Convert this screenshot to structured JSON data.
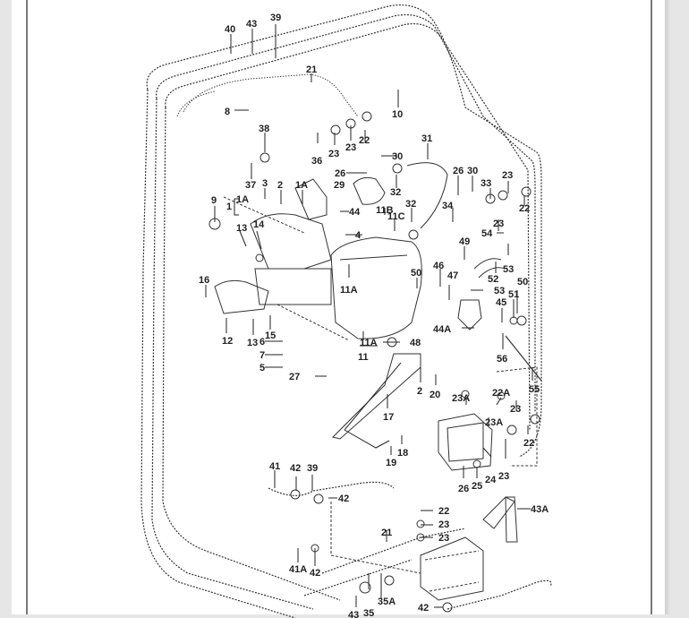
{
  "viewer": {
    "background_color": "#e6e6e6",
    "page_color": "#ffffff",
    "rule_color": "#7a7a7a"
  },
  "diagram": {
    "title": "",
    "labels": [
      {
        "id": "l40",
        "text": "40"
      },
      {
        "id": "l43",
        "text": "43"
      },
      {
        "id": "l39",
        "text": "39"
      },
      {
        "id": "l21a",
        "text": "21"
      },
      {
        "id": "l8",
        "text": "8"
      },
      {
        "id": "l10",
        "text": "10"
      },
      {
        "id": "l38",
        "text": "38"
      },
      {
        "id": "l36",
        "text": "36"
      },
      {
        "id": "l23a",
        "text": "23"
      },
      {
        "id": "l23b",
        "text": "23"
      },
      {
        "id": "l22a",
        "text": "22"
      },
      {
        "id": "l30a",
        "text": "30"
      },
      {
        "id": "l31",
        "text": "31"
      },
      {
        "id": "l26a",
        "text": "26"
      },
      {
        "id": "l29",
        "text": "29"
      },
      {
        "id": "l32a",
        "text": "32"
      },
      {
        "id": "l37",
        "text": "37"
      },
      {
        "id": "l3",
        "text": "3"
      },
      {
        "id": "l2a",
        "text": "2"
      },
      {
        "id": "l1Aa",
        "text": "1A"
      },
      {
        "id": "l1Ab",
        "text": "1A"
      },
      {
        "id": "l1",
        "text": "1"
      },
      {
        "id": "l9",
        "text": "9"
      },
      {
        "id": "l44",
        "text": "44"
      },
      {
        "id": "l11B",
        "text": "11B"
      },
      {
        "id": "l11C",
        "text": "11C"
      },
      {
        "id": "l32b",
        "text": "32"
      },
      {
        "id": "l26b",
        "text": "26"
      },
      {
        "id": "l30b",
        "text": "30"
      },
      {
        "id": "l33",
        "text": "33"
      },
      {
        "id": "l23c",
        "text": "23"
      },
      {
        "id": "l34",
        "text": "34"
      },
      {
        "id": "l23d",
        "text": "23"
      },
      {
        "id": "l22b",
        "text": "22"
      },
      {
        "id": "l54",
        "text": "54"
      },
      {
        "id": "l53a",
        "text": "53"
      },
      {
        "id": "l13a",
        "text": "13"
      },
      {
        "id": "l14",
        "text": "14"
      },
      {
        "id": "l4",
        "text": "4"
      },
      {
        "id": "l49",
        "text": "49"
      },
      {
        "id": "l52",
        "text": "52"
      },
      {
        "id": "l16",
        "text": "16"
      },
      {
        "id": "l11Aa",
        "text": "11A"
      },
      {
        "id": "l50a",
        "text": "50"
      },
      {
        "id": "l46",
        "text": "46"
      },
      {
        "id": "l47",
        "text": "47"
      },
      {
        "id": "l53b",
        "text": "53"
      },
      {
        "id": "l50b",
        "text": "50"
      },
      {
        "id": "l51",
        "text": "51"
      },
      {
        "id": "l45",
        "text": "45"
      },
      {
        "id": "l12",
        "text": "12"
      },
      {
        "id": "l13b",
        "text": "13"
      },
      {
        "id": "l15",
        "text": "15"
      },
      {
        "id": "l6",
        "text": "6"
      },
      {
        "id": "l7",
        "text": "7"
      },
      {
        "id": "l5",
        "text": "5"
      },
      {
        "id": "l11Ab",
        "text": "11A"
      },
      {
        "id": "l11",
        "text": "11"
      },
      {
        "id": "l48",
        "text": "48"
      },
      {
        "id": "l44A",
        "text": "44A"
      },
      {
        "id": "l56",
        "text": "56"
      },
      {
        "id": "l27",
        "text": "27"
      },
      {
        "id": "l2b",
        "text": "2"
      },
      {
        "id": "l20",
        "text": "20"
      },
      {
        "id": "l55",
        "text": "55"
      },
      {
        "id": "l17",
        "text": "17"
      },
      {
        "id": "l23A1",
        "text": "23A"
      },
      {
        "id": "l22A",
        "text": "22A"
      },
      {
        "id": "l23e",
        "text": "23"
      },
      {
        "id": "l23A2",
        "text": "23A"
      },
      {
        "id": "l22c",
        "text": "22"
      },
      {
        "id": "l18",
        "text": "18"
      },
      {
        "id": "l19",
        "text": "19"
      },
      {
        "id": "l24",
        "text": "24"
      },
      {
        "id": "l23f",
        "text": "23"
      },
      {
        "id": "l26c",
        "text": "26"
      },
      {
        "id": "l25",
        "text": "25"
      },
      {
        "id": "l41",
        "text": "41"
      },
      {
        "id": "l42a",
        "text": "42"
      },
      {
        "id": "l39b",
        "text": "39"
      },
      {
        "id": "l42b",
        "text": "42"
      },
      {
        "id": "l22d",
        "text": "22"
      },
      {
        "id": "l23g",
        "text": "23"
      },
      {
        "id": "l43A",
        "text": "43A"
      },
      {
        "id": "l21b",
        "text": "21"
      },
      {
        "id": "l23h",
        "text": "23"
      },
      {
        "id": "l41A",
        "text": "41A"
      },
      {
        "id": "l42c",
        "text": "42"
      },
      {
        "id": "l35A",
        "text": "35A"
      },
      {
        "id": "l43b",
        "text": "43"
      },
      {
        "id": "l35",
        "text": "35"
      },
      {
        "id": "l42d",
        "text": "42"
      }
    ]
  }
}
